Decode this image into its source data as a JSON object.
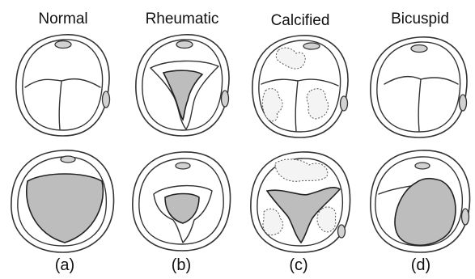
{
  "columns": [
    {
      "title": "Normal",
      "sub": "(a)"
    },
    {
      "title": "Rheumatic",
      "sub": "(b)"
    },
    {
      "title": "Calcified",
      "sub": "(c)"
    },
    {
      "title": "Bicuspid",
      "sub": "(d)"
    }
  ],
  "rows": [
    "closed",
    "open"
  ],
  "colors": {
    "valve_fill": "#bdbdbd",
    "outline": "#333333",
    "background": "#ffffff"
  }
}
